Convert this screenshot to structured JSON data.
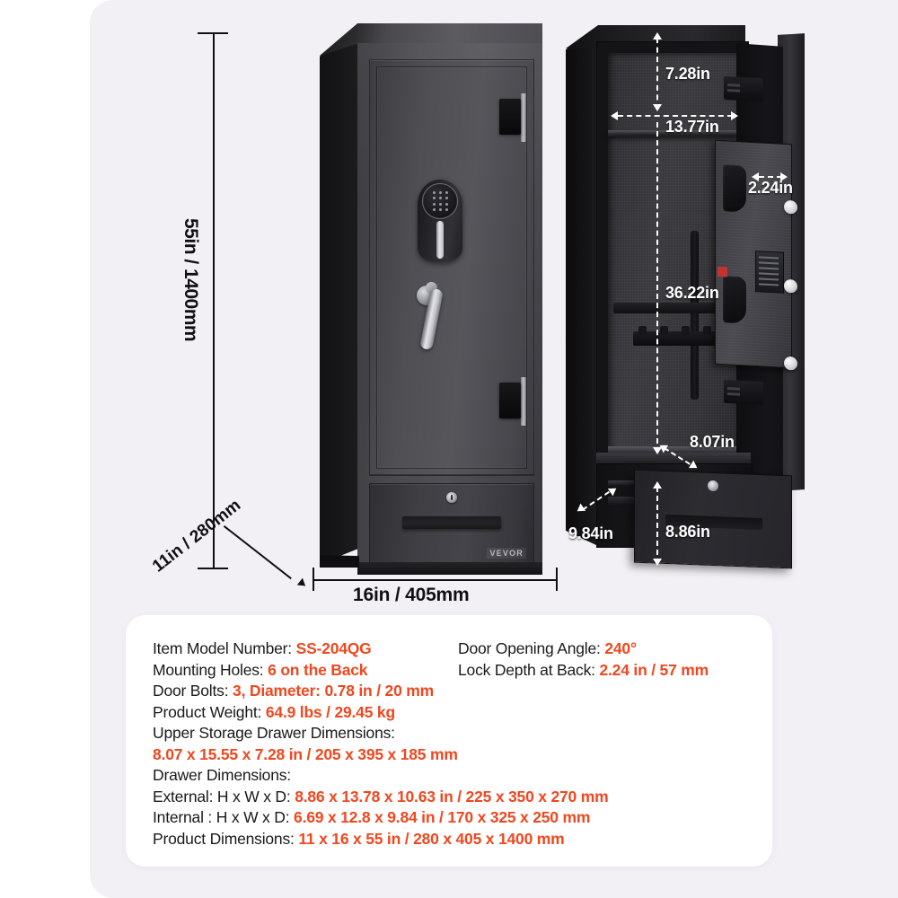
{
  "product": {
    "brand": "VEVOR",
    "accent_color": "#f0471e",
    "background_color": "#f2f0f5"
  },
  "left_view": {
    "height_label": "55in / 1400mm",
    "depth_label": "11in / 280mm",
    "width_label": "16in / 405mm",
    "brand_badge": "VEVOR"
  },
  "right_view": {
    "callouts": [
      {
        "name": "top-shelf-height",
        "text": "7.28in"
      },
      {
        "name": "interior-width",
        "text": "13.77in"
      },
      {
        "name": "lock-depth",
        "text": "2.24in"
      },
      {
        "name": "interior-height",
        "text": "36.22in"
      },
      {
        "name": "interior-depth",
        "text": "8.07in"
      },
      {
        "name": "drawer-depth",
        "text": "9.84in"
      },
      {
        "name": "drawer-height",
        "text": "8.86in"
      }
    ]
  },
  "specs": {
    "left_column": [
      {
        "label": "Item Model Number: ",
        "value": "SS-204QG"
      },
      {
        "label": "Mounting Holes: ",
        "value": "6 on the Back"
      },
      {
        "label": "Door Bolts: ",
        "value": "3, Diameter: 0.78 in / 20 mm"
      },
      {
        "label": "Product Weight: ",
        "value": "64.9 lbs / 29.45 kg"
      }
    ],
    "right_column": [
      {
        "label": "Door Opening Angle: ",
        "value": "240°"
      },
      {
        "label": "Lock Depth at Back: ",
        "value": "2.24 in / 57 mm"
      }
    ],
    "full_rows": [
      {
        "label": "Upper Storage Drawer Dimensions:",
        "value": ""
      },
      {
        "label": "",
        "value": "8.07 x 15.55 x 7.28 in / 205 x 395 x 185 mm"
      },
      {
        "label": "Drawer Dimensions:",
        "value": ""
      },
      {
        "label": "External: H x W x D:  ",
        "value": "8.86 x 13.78 x 10.63 in / 225 x 350 x 270 mm"
      },
      {
        "label": "Internal : H x W x D:  ",
        "value": "6.69 x 12.8 x 9.84 in / 170 x 325 x 250 mm"
      },
      {
        "label": "Product Dimensions: ",
        "value": "11 x 16 x 55 in / 280 x 405 x 1400 mm"
      }
    ]
  }
}
